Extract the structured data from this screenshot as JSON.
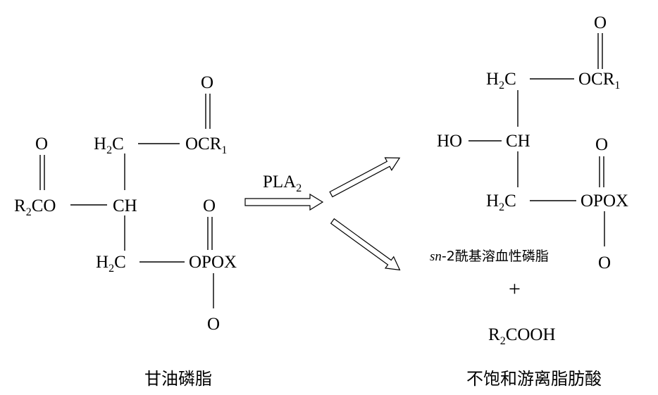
{
  "reaction": {
    "enzyme": {
      "main": "PLA",
      "sub": "2"
    },
    "substrate": {
      "name": "甘油磷脂",
      "atoms": {
        "carbonyl_o1": "O",
        "carbonyl_o2": "O",
        "r2co": {
          "pre": "R",
          "sub": "2",
          "post": "CO"
        },
        "h2c_top": {
          "pre": "H",
          "sub": "2",
          "post": "C"
        },
        "ch": "CH",
        "h2c_bottom": {
          "pre": "H",
          "sub": "2",
          "post": "C"
        },
        "ocr1": {
          "pre": "OCR",
          "sub": "1"
        },
        "phosphate_o_top": "O",
        "opox": "OPOX",
        "phosphate_o_bottom": "O"
      }
    },
    "product1": {
      "name_italic": "sn",
      "name_rest": "-2酰基溶血性磷脂",
      "atoms": {
        "carbonyl_o": "O",
        "h2c_top": {
          "pre": "H",
          "sub": "2",
          "post": "C"
        },
        "ocr1": {
          "pre": "OCR",
          "sub": "1"
        },
        "ho": "HO",
        "ch": "CH",
        "phosphate_o_top": "O",
        "h2c_bottom": {
          "pre": "H",
          "sub": "2",
          "post": "C"
        },
        "opox": "OPOX",
        "phosphate_o_bottom": "O"
      }
    },
    "plus": "+",
    "product2": {
      "formula": {
        "pre": "R",
        "sub": "2",
        "post": "COOH"
      },
      "name": "不饱和游离脂肪酸"
    }
  }
}
